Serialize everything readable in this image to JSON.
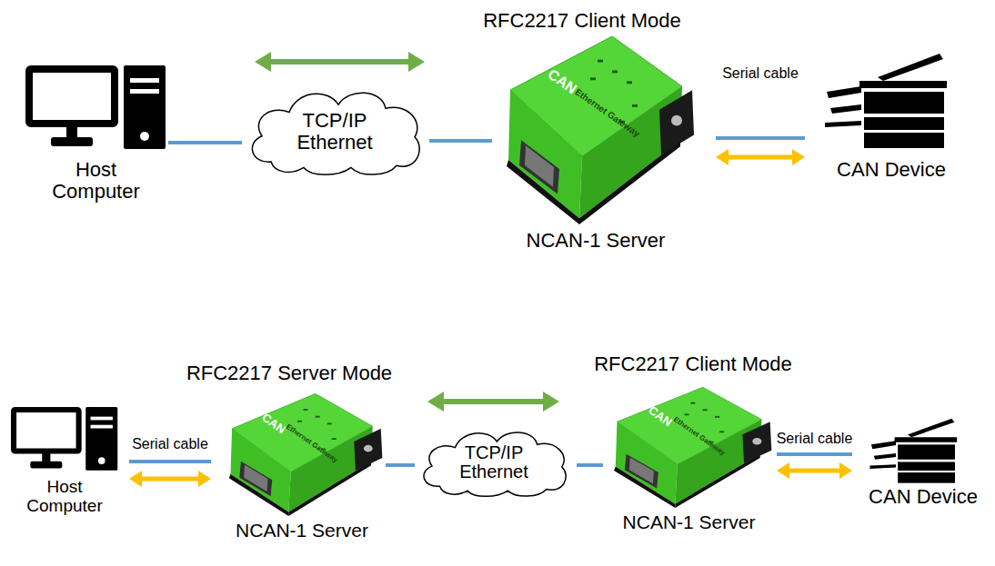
{
  "diagram": {
    "nodes": [
      {
        "text": [
          "Host Computer"
        ]
      },
      {
        "text": [
          "TCP/IP Ethernet"
        ]
      },
      {
        "text": [
          "CAN",
          "Ethernet Gateway",
          "NCAN-1 Server"
        ]
      },
      {
        "text": [
          "CAN Device"
        ]
      },
      {
        "text": [
          "Host Computer"
        ]
      },
      {
        "text": [
          "CAN",
          "Ethernet Gateway",
          "NCAN-1 Server"
        ]
      },
      {
        "text": [
          "TCP/IP Ethernet"
        ]
      },
      {
        "text": [
          "CAN",
          "Ethernet Gateway",
          "NCAN-1 Server"
        ]
      },
      {
        "text": [
          "CAN Device"
        ]
      }
    ],
    "edges": [
      {
        "from": 0,
        "to": 1,
        "arrow": "none"
      },
      {
        "from": 1,
        "to": 2,
        "arrow": "none"
      },
      {
        "from": 2,
        "to": 3,
        "label": "Serial cable",
        "arrow": "both"
      },
      {
        "from": 4,
        "to": 5,
        "label": "Serial cable",
        "arrow": "both"
      },
      {
        "from": 5,
        "to": 6,
        "arrow": "none"
      },
      {
        "from": 6,
        "to": 7,
        "arrow": "none"
      },
      {
        "from": 7,
        "to": 8,
        "label": "Serial cable",
        "arrow": "both"
      }
    ],
    "labels": [
      "RFC2217 Client Mode",
      "RFC2217 Server Mode",
      "RFC2217 Client Mode"
    ]
  }
}
